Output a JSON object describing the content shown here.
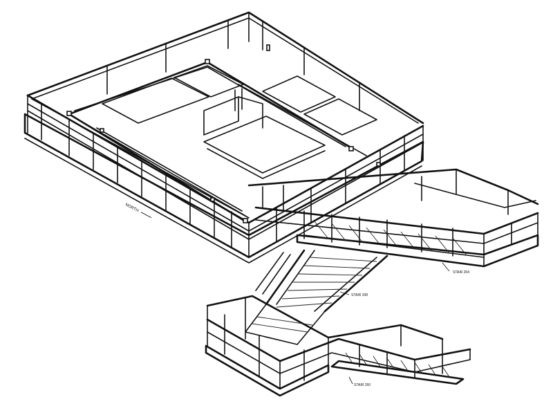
{
  "labels": {
    "north": "NORTH",
    "stair_upper": "STAIR 204",
    "stair_middle": "STAIR 208",
    "stair_lower": "STAIR 260"
  }
}
